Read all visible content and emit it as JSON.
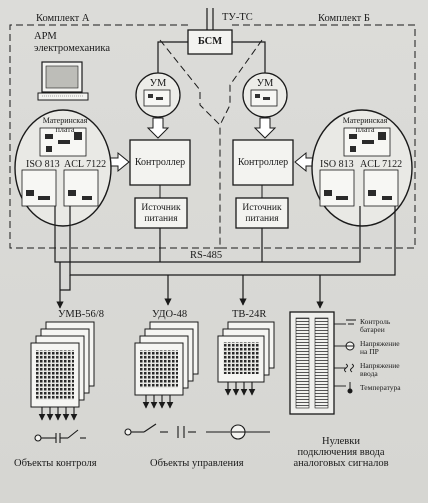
{
  "kit_a": "Комплект А",
  "kit_b": "Комплект Б",
  "tu_ts": "ТУ-ТС",
  "bsm": "БСМ",
  "arm_line1": "АРМ",
  "arm_line2": "электромеханика",
  "um": "УМ",
  "motherboard_line1": "Материнская",
  "motherboard_line2": "плата",
  "iso": "ISO 813",
  "acl": "ACL 7122",
  "controller": "Контроллер",
  "power_line1": "Источник",
  "power_line2": "питания",
  "rs485": "RS-485",
  "umv": "УМВ-56/8",
  "udo": "УДО-48",
  "tv": "ТВ-24R",
  "sensor_battery_line1": "Контроль",
  "sensor_battery_line2": "батареи",
  "sensor_voltage_pr_line1": "Напряжение",
  "sensor_voltage_pr_line2": "на ПР",
  "sensor_voltage_in_line1": "Напряжение",
  "sensor_voltage_in_line2": "ввода",
  "sensor_temperature": "Температура",
  "objects_control": "Объекты контроля",
  "objects_management": "Объекты управления",
  "analog_line1": "Нулевки",
  "analog_line2": "подключения ввода",
  "analog_line3": "аналоговых сигналов"
}
